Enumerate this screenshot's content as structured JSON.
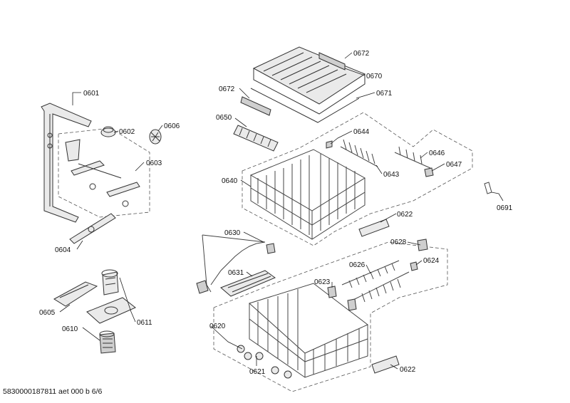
{
  "footer": {
    "document_code": "5830000187811 aet 000 b 6/6"
  },
  "callouts": {
    "p0601": "0601",
    "p0602": "0602",
    "p0603": "0603",
    "p0604": "0604",
    "p0605": "0605",
    "p0606": "0606",
    "p0610": "0610",
    "p0611": "0611",
    "p0620": "0620",
    "p0621": "0621",
    "p0622a": "0622",
    "p0622b": "0622",
    "p0623": "0623",
    "p0624": "0624",
    "p0626": "0626",
    "p0628": "0628",
    "p0630": "0630",
    "p0631": "0631",
    "p0640": "0640",
    "p0643": "0643",
    "p0644": "0644",
    "p0646": "0646",
    "p0647": "0647",
    "p0650": "0650",
    "p0670": "0670",
    "p0671": "0671",
    "p0672a": "0672",
    "p0672b": "0672",
    "p0691": "0691"
  }
}
